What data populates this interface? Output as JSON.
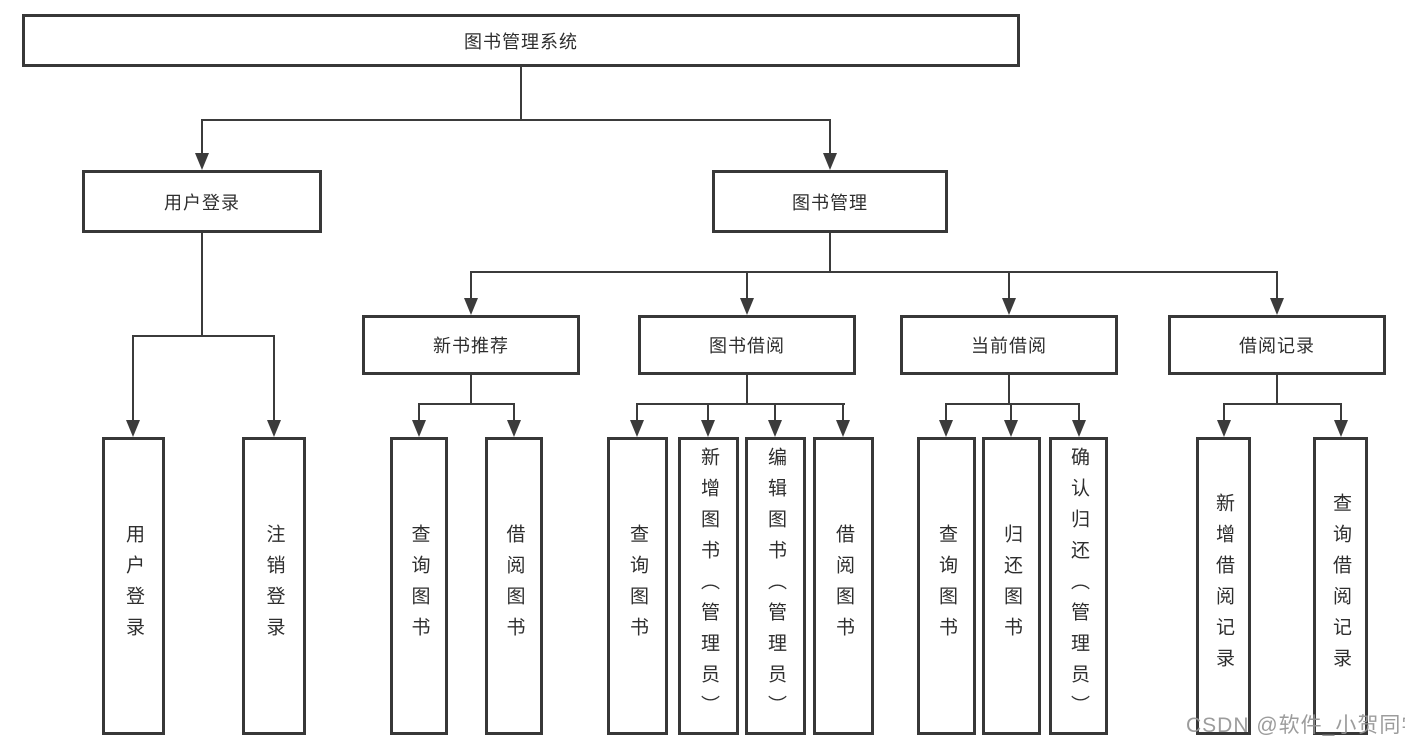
{
  "diagram": {
    "root": {
      "label": "图书管理系统"
    },
    "level2": [
      {
        "label": "用户登录"
      },
      {
        "label": "图书管理"
      }
    ],
    "level3": [
      {
        "label": "新书推荐"
      },
      {
        "label": "图书借阅"
      },
      {
        "label": "当前借阅"
      },
      {
        "label": "借阅记录"
      }
    ],
    "leaves": {
      "user": [
        "用户登录",
        "注销登录"
      ],
      "recommend": [
        "查询图书",
        "借阅图书"
      ],
      "borrow": [
        "查询图书",
        "新增图书（管理员）",
        "编辑图书（管理员）",
        "借阅图书"
      ],
      "current": [
        "查询图书",
        "归还图书",
        "确认归还（管理员）"
      ],
      "records": [
        "新增借阅记录",
        "查询借阅记录"
      ]
    }
  },
  "watermark": "CSDN @软件_小贺同学",
  "colors": {
    "line": "#3b3b3b",
    "border": "#383838",
    "text": "#2e2e2e",
    "watermark": "#949494",
    "background": "#ffffff"
  }
}
